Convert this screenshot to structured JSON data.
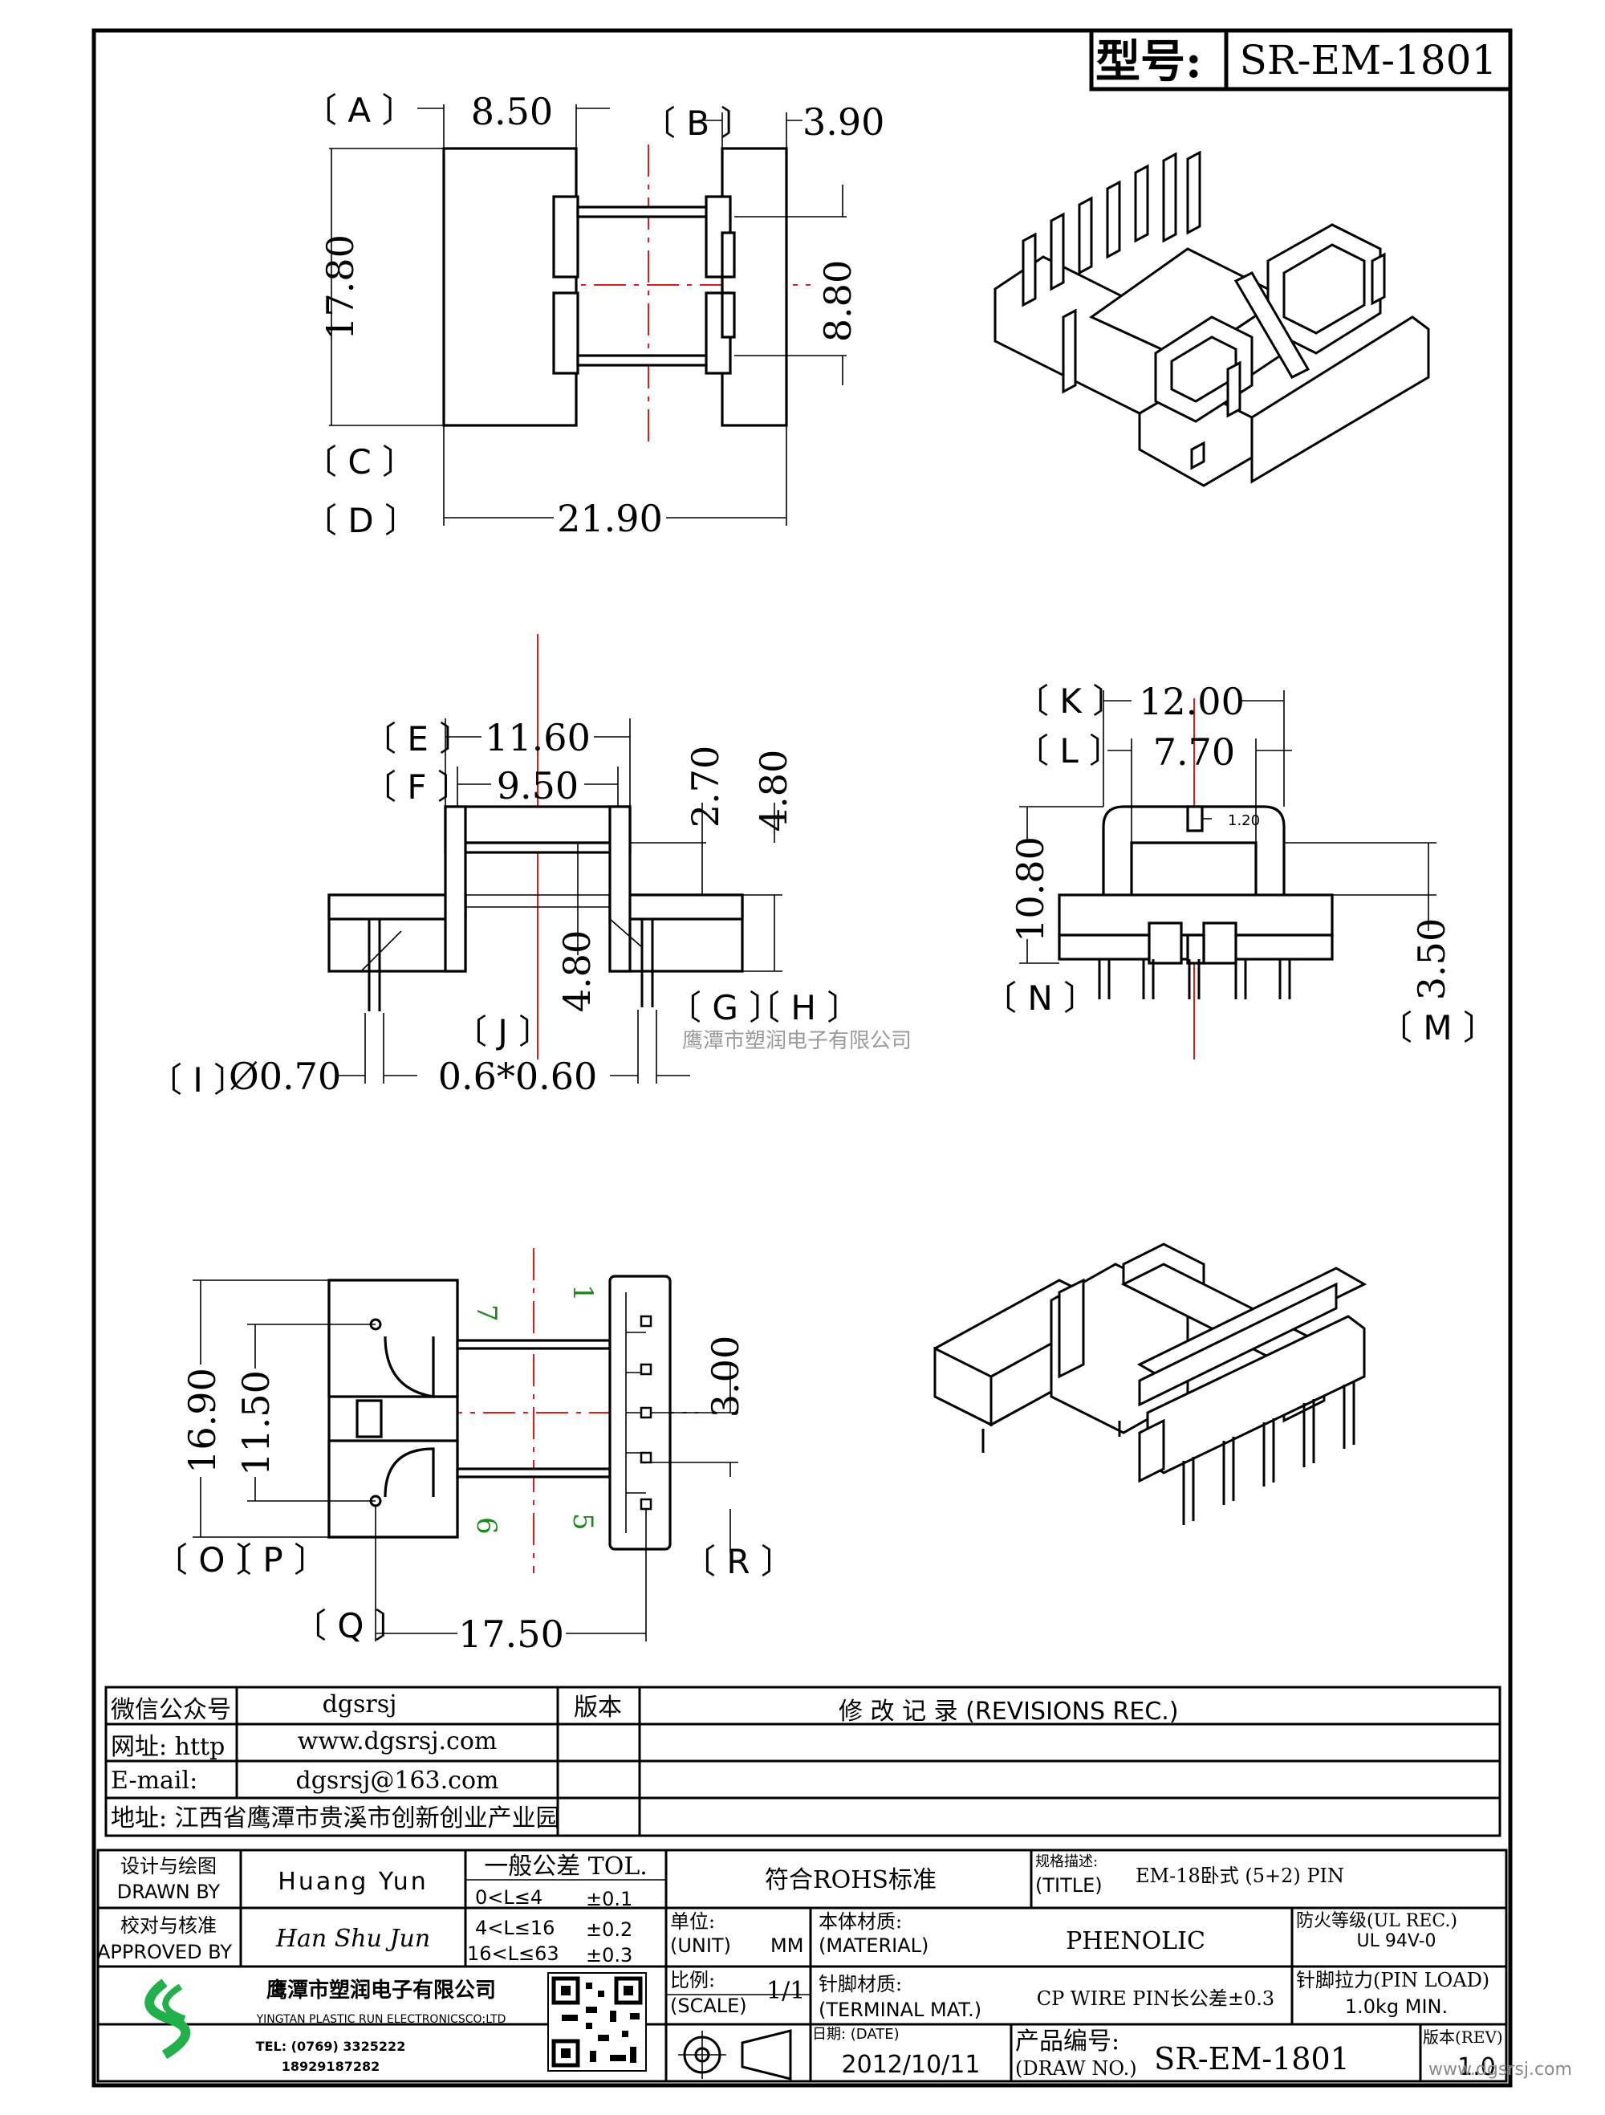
{
  "model": {
    "label": "型号:",
    "value": "SR-EM-1801"
  },
  "top_view": {
    "A": "8.50",
    "B": "3.90",
    "height": "17.80",
    "slot": "8.80",
    "width": "21.90",
    "labels": {
      "A": "A",
      "B": "B",
      "C": "C",
      "D": "D"
    }
  },
  "side_view": {
    "E": "11.60",
    "F": "9.50",
    "h1": "2.70",
    "h2": "4.80",
    "h3": "4.80",
    "pin_dia": "Ø0.70",
    "pin_sq": "0.6*0.60",
    "labels": {
      "E": "E",
      "F": "F",
      "G": "G",
      "H": "H",
      "I": "I",
      "J": "J"
    }
  },
  "end_view": {
    "K": "12.00",
    "L": "7.70",
    "slot_w": "1.20",
    "height": "10.80",
    "M": "3.50",
    "labels": {
      "K": "K",
      "L": "L",
      "M": "M",
      "N": "N"
    }
  },
  "bottom_view": {
    "O": "16.90",
    "P": "11.50",
    "pitch": "3.00",
    "Q": "17.50",
    "pins": {
      "p1": "1",
      "p5": "5",
      "p6": "6",
      "p7": "7"
    },
    "labels": {
      "O": "O",
      "P": "P",
      "Q": "Q",
      "R": "R"
    }
  },
  "watermark": "鹰潭市塑润电子有限公司",
  "contact": {
    "wechat_label": "微信公众号",
    "wechat_value": "dgsrsj",
    "web_label": "网址: http",
    "web_value": "www.dgsrsj.com",
    "email_label": "E-mail:",
    "email_value": "dgsrsj@163.com",
    "address": "地址: 江西省鹰潭市贵溪市创新创业产业园",
    "version_label": "版本",
    "revisions_cn": "修 改 记 录",
    "revisions_en": "(REVISIONS REC.)"
  },
  "title_block": {
    "drawn_cn": "设计与绘图",
    "drawn_en": "DRAWN BY",
    "drawn_value": "Huang  Yun",
    "approved_cn": "校对与核准",
    "approved_en": "APPROVED BY",
    "approved_value": "Han Shu Jun",
    "tol_label": "一般公差 TOL.",
    "tol_rows": [
      {
        "range": "0<L≤4",
        "value": "±0.1"
      },
      {
        "range": "4<L≤16",
        "value": "±0.2"
      },
      {
        "range": "16<L≤63",
        "value": "±0.3"
      }
    ],
    "rohs": "符合ROHS标准",
    "title_cn": "规格描述:",
    "title_en": "(TITLE)",
    "title_value": "EM-18卧式 (5+2) PIN",
    "unit_cn": "单位:",
    "unit_en": "(UNIT)",
    "unit_value": "MM",
    "material_cn": "本体材质:",
    "material_en": "(MATERIAL)",
    "material_value": "PHENOLIC",
    "fire_cn": "防火等级(UL REC.)",
    "fire_value": "UL 94V-0",
    "scale_cn": "比例:",
    "scale_en": "(SCALE)",
    "scale_value": "1/1",
    "terminal_cn": "针脚材质:",
    "terminal_en": "(TERMINAL MAT.)",
    "terminal_value": "CP WIRE  PIN长公差±0.3",
    "pin_load_cn": "针脚拉力(PIN LOAD)",
    "pin_load_value": "1.0kg MIN.",
    "date_cn": "日期: (DATE)",
    "date_value": "2012/10/11",
    "draw_no_cn": "产品编号:",
    "draw_no_en": "(DRAW NO.)",
    "draw_no_value": "SR-EM-1801",
    "rev_label": "版本(REV)",
    "rev_value": "1.0",
    "company_cn": "鹰潭市塑润电子有限公司",
    "company_en": "YINGTAN PLASTIC RUN ELECTRONICSCO;LTD",
    "tel": "TEL: (0769) 3325222",
    "mobile": "18929187282",
    "site_corner": "www.dgsrsj.com"
  }
}
